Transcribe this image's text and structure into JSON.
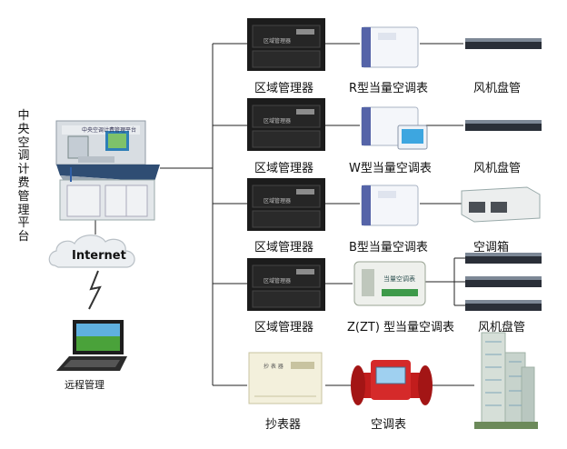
{
  "platform": {
    "title": "中央空调计费管理平台",
    "console_caption": "中央空调计费管理平台"
  },
  "internet": {
    "label": "Internet"
  },
  "remote": {
    "label": "远程管理"
  },
  "rows": [
    {
      "manager": "区域管理器",
      "meter": "R型当量空调表",
      "terminal": "风机盘管"
    },
    {
      "manager": "区域管理器",
      "meter": "W型当量空调表",
      "terminal": "风机盘管"
    },
    {
      "manager": "区域管理器",
      "meter": "B型当量空调表",
      "terminal": "空调箱"
    },
    {
      "manager": "区域管理器",
      "meter": "Z(ZT) 型当量空调表",
      "terminal": "风机盘管"
    },
    {
      "manager": "抄表器",
      "meter": "空调表",
      "terminal": ""
    }
  ],
  "device_text": {
    "cabinet_face": "区域管理器",
    "reader_face": "抄 表 器",
    "z_meter_face": "当量空调表"
  }
}
